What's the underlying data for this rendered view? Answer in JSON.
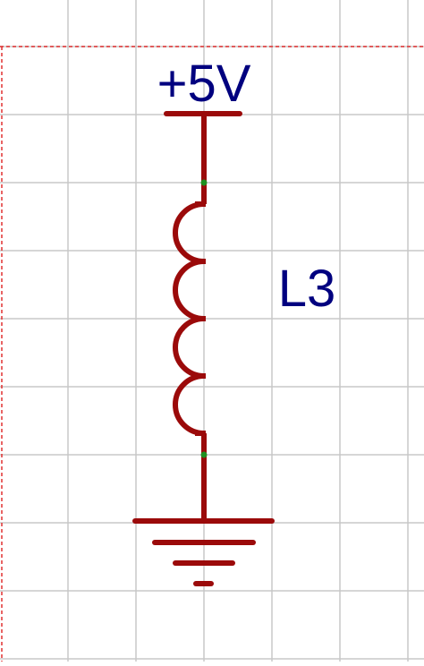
{
  "schematic": {
    "power_label": "+5V",
    "component_label": "L3"
  },
  "colors": {
    "background": "#ffffff",
    "grid": "#c8c8c8",
    "sheet_border": "#e03030",
    "wire": "#9b0a0a",
    "junction": "#1f8f1f",
    "label": "#00007f"
  },
  "icons": {
    "power": "power-rail-symbol",
    "inductor": "inductor-coil-symbol",
    "ground": "ground-symbol"
  }
}
